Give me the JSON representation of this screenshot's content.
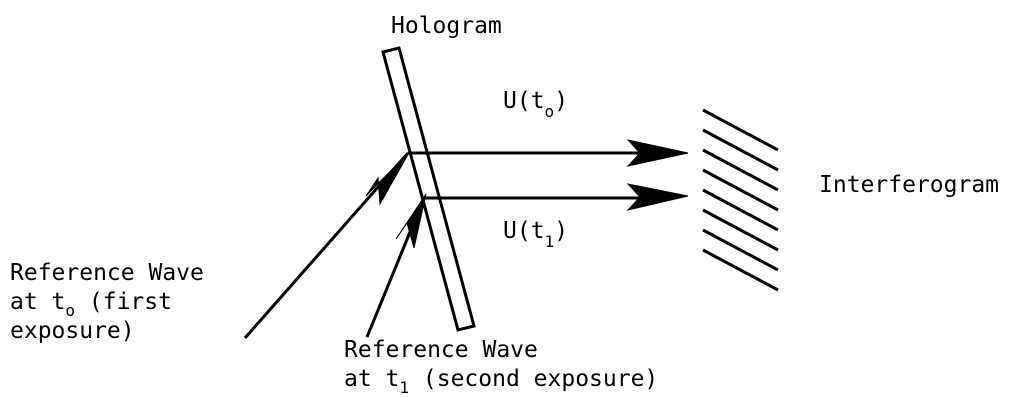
{
  "diagram": {
    "hologram_label": "Hologram",
    "interferogram_label": "Interferogram",
    "u_t0": {
      "prefix": "U(t",
      "sub": "o",
      "suffix": ")"
    },
    "u_t1": {
      "prefix": "U(t",
      "sub": "1",
      "suffix": ")"
    },
    "ref_wave_first": {
      "line1": "Reference Wave",
      "line2_prefix": "at t",
      "line2_sub": "o",
      "line2_suffix": " (first",
      "line3": "exposure)"
    },
    "ref_wave_second": {
      "line1": "Reference Wave",
      "line2_prefix": "at t",
      "line2_sub": "1",
      "line2_suffix": " (second exposure)"
    },
    "ink_color": "#000000"
  }
}
